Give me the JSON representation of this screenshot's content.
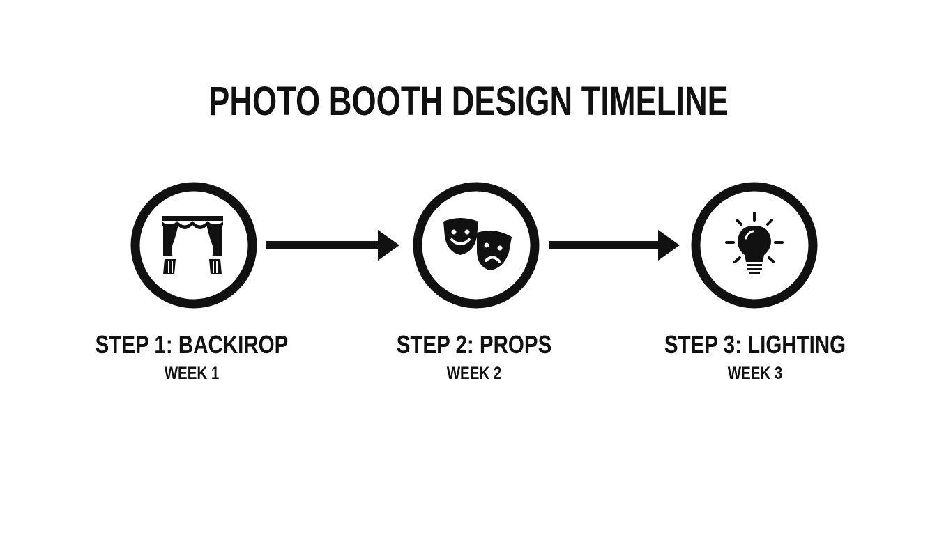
{
  "title": "PHOTO BOOTH DESIGN TIMELINE",
  "steps": [
    {
      "label": "STEP 1: BACKIROP",
      "week": "WEEK 1",
      "icon": "curtain-icon"
    },
    {
      "label": "STEP 2: PROPS",
      "week": "WEEK 2",
      "icon": "theater-masks-icon"
    },
    {
      "label": "STEP 3: LIGHTING",
      "week": "WEEK 3",
      "icon": "lightbulb-icon"
    }
  ],
  "colors": {
    "ink": "#111111",
    "background": "#ffffff"
  }
}
